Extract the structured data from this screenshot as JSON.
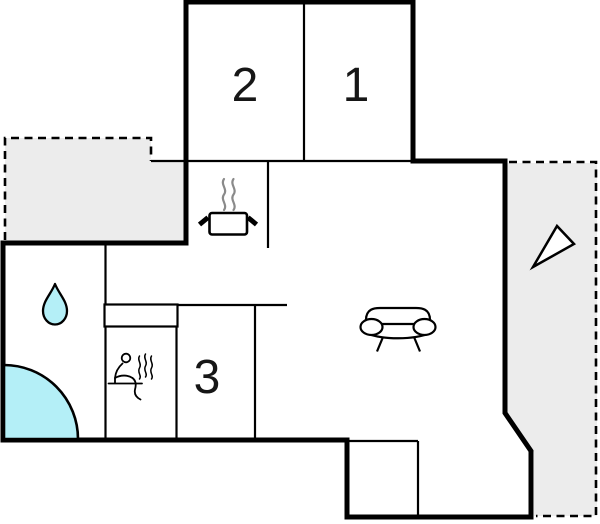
{
  "plan": {
    "type": "holiday-home floor plan",
    "rooms": [
      {
        "name": "room-2",
        "label": "2"
      },
      {
        "name": "room-1",
        "label": "1"
      },
      {
        "name": "room-3",
        "label": "3"
      }
    ],
    "icons": {
      "kitchen": "stove-pot-icon",
      "bathroom": "water-drop-icon",
      "bath": "corner-bathtub-icon",
      "sauna": "sauna-person-icon",
      "living": "sofa-icon",
      "orientation": "north-arrow-icon"
    },
    "colors": {
      "wall": "#000000",
      "terrace": "#ececec",
      "water": "#b4eff7",
      "steam": "#8a8a8a",
      "background": "#ffffff"
    }
  }
}
